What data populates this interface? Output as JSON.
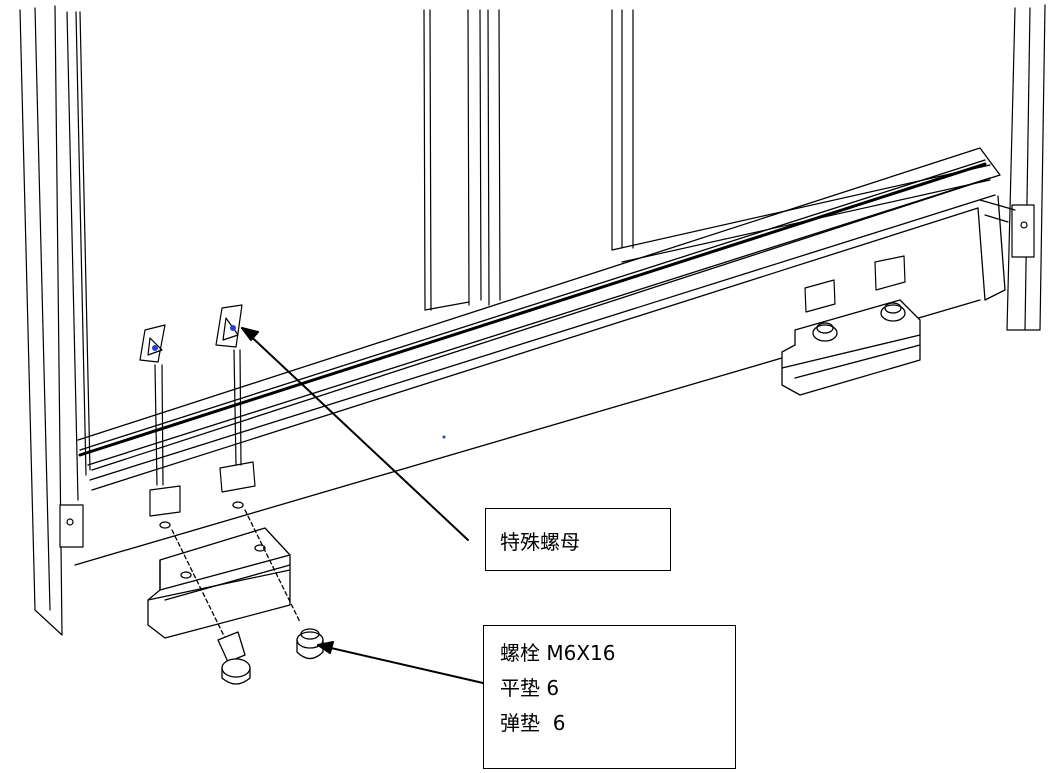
{
  "callouts": {
    "special_nut": {
      "label": "特殊螺母"
    },
    "bolt_set": {
      "lines": [
        "螺栓 M6X16",
        "平垫 6",
        "弹垫  6"
      ]
    }
  },
  "colors": {
    "line": "#000000",
    "nut_accent": "#2a3fd0",
    "background": "#ffffff"
  }
}
